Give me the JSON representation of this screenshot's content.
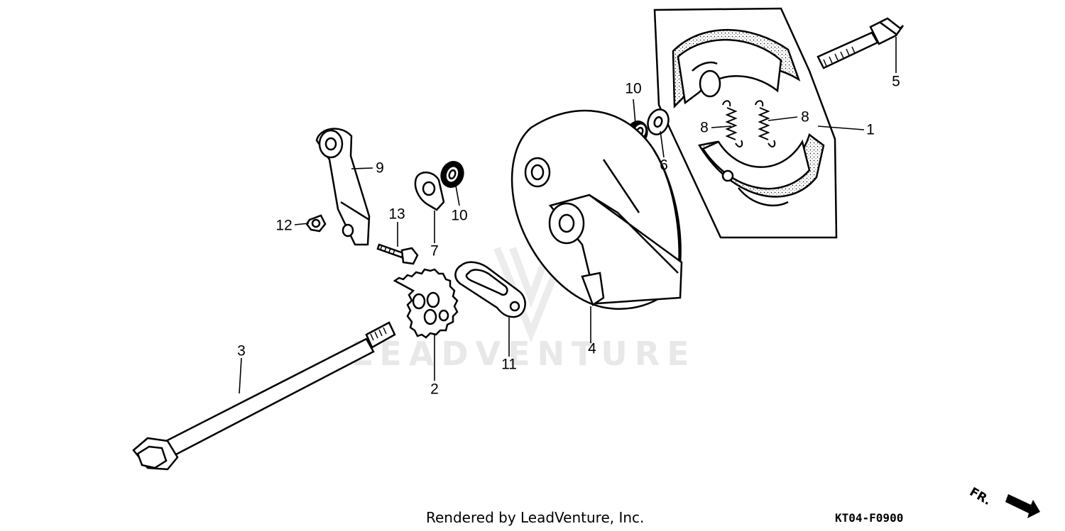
{
  "diagram": {
    "watermark_text": "LEADVENTURE",
    "credit": "Rendered by LeadVenture, Inc.",
    "diagram_code": "KT04-F0900",
    "direction_label": "FR.",
    "callouts": {
      "p1": "1",
      "p2": "2",
      "p3": "3",
      "p4": "4",
      "p5": "5",
      "p6": "6",
      "p7": "7",
      "p8a": "8",
      "p8b": "8",
      "p9": "9",
      "p10a": "10",
      "p10b": "10",
      "p11": "11",
      "p12": "12",
      "p13": "13"
    }
  }
}
